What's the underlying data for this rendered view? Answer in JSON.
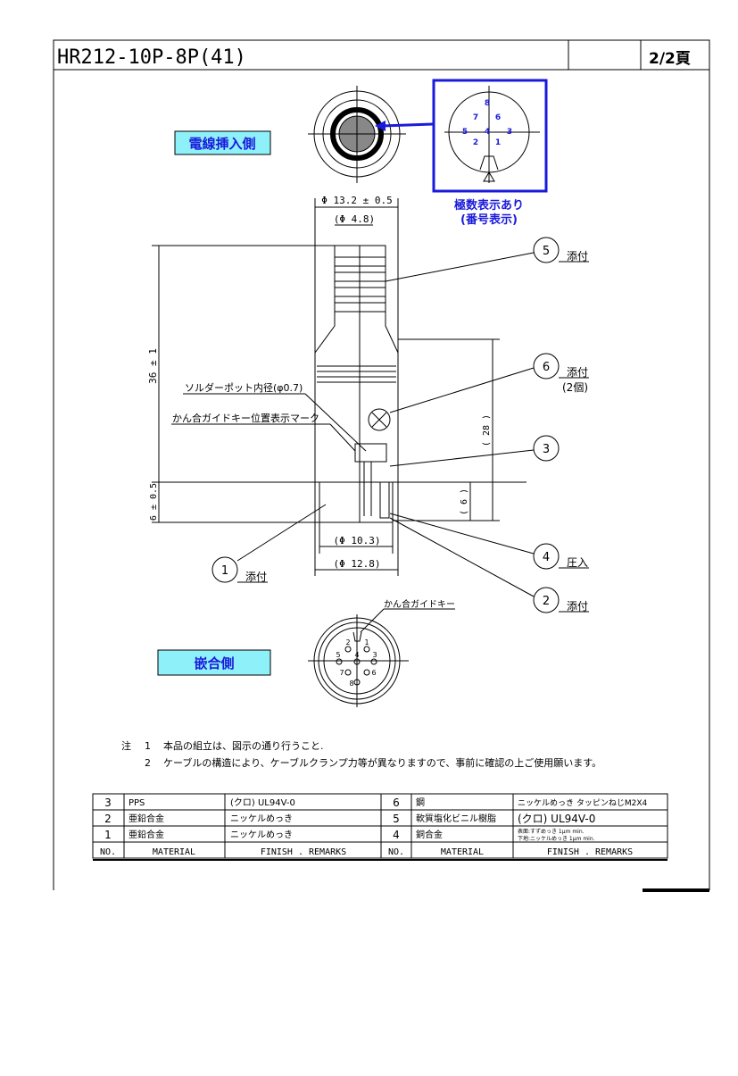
{
  "title_block": {
    "part_number": "HR212-10P-8P(41)",
    "blank": "",
    "page": "2/2頁"
  },
  "views": {
    "cable_side_label": "電線挿入側",
    "mating_side_label": "嵌合側",
    "pole_marking": "極数表示あり",
    "pole_marking_sub": "(番号表示)",
    "top_pins": [
      "8",
      "7",
      "6",
      "5",
      "4",
      "3",
      "2",
      "1"
    ],
    "bottom_pins": [
      "1",
      "2",
      "3",
      "4",
      "5",
      "6",
      "7",
      "8"
    ],
    "guide_key_label": "かん合ガイドキー"
  },
  "dimensions": {
    "outer_dia": "Φ 13.2 ± 0.5",
    "inner_dia": "(Φ 4.8)",
    "length": "36 ± 1",
    "tip": "6 ± 0.5",
    "body_len": "( 28 )",
    "tip_len": "( 6 )",
    "dia_103": "(Φ 10.3)",
    "dia_128": "(Φ 12.8)"
  },
  "annotations": {
    "solder_pot": "ソルダーポット内径(φ0.7)",
    "guide_mark": "かん合ガイドキー位置表示マーク"
  },
  "balloons": [
    {
      "no": "5",
      "note": "添付",
      "sub": ""
    },
    {
      "no": "6",
      "note": "添付",
      "sub": "(2個)"
    },
    {
      "no": "3",
      "note": "",
      "sub": ""
    },
    {
      "no": "4",
      "note": "圧入",
      "sub": ""
    },
    {
      "no": "2",
      "note": "添付",
      "sub": ""
    },
    {
      "no": "1",
      "note": "添付",
      "sub": ""
    }
  ],
  "notes": {
    "prefix": "注",
    "items": [
      {
        "no": "1",
        "text": "本品の組立は、図示の通り行うこと."
      },
      {
        "no": "2",
        "text": "ケーブルの構造により、ケーブルクランプ力等が異なりますので、事前に確認の上ご使用願います。"
      }
    ]
  },
  "parts_table": {
    "headers": [
      "NO.",
      "MATERIAL",
      "FINISH . REMARKS",
      "NO.",
      "MATERIAL",
      "FINISH . REMARKS"
    ],
    "rows": [
      [
        "3",
        "PPS",
        "(クロ) UL94V-0",
        "6",
        "鋼",
        "ニッケルめっき タッピンねじM2X4"
      ],
      [
        "2",
        "亜鉛合金",
        "ニッケルめっき",
        "5",
        "軟質塩化ビニル樹脂",
        "(クロ) UL94V-0"
      ],
      [
        "1",
        "亜鉛合金",
        "ニッケルめっき",
        "4",
        "銅合金",
        "表面:すずめっき 1μm min."
      ]
    ],
    "row1_finish_line2": "下地:ニッケルめっき 1μm min."
  }
}
